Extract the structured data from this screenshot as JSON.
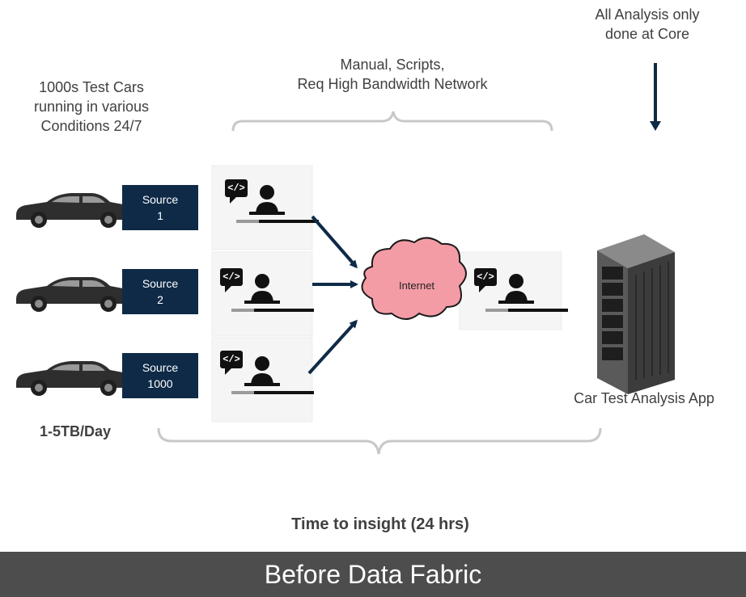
{
  "labels": {
    "cars": [
      "1000s Test Cars",
      "running in various",
      "Conditions 24/7"
    ],
    "network": [
      "Manual, Scripts,",
      "Req High Bandwidth Network"
    ],
    "analysis": [
      "All Analysis only",
      "done at Core"
    ],
    "throughput": "1-5TB/Day",
    "app": "Car Test Analysis App",
    "insight": "Time to insight (24 hrs)",
    "internet": "Internet"
  },
  "sources": [
    {
      "line1": "Source",
      "line2": "1"
    },
    {
      "line1": "Source",
      "line2": "2"
    },
    {
      "line1": "Source",
      "line2": "1000"
    }
  ],
  "code_tag": "</>",
  "footer": "Before Data Fabric",
  "colors": {
    "source_box": "#0e2a47",
    "arrow": "#0e2a47",
    "cloud": "#f49ca5",
    "footer_bg": "#4d4d4d"
  }
}
